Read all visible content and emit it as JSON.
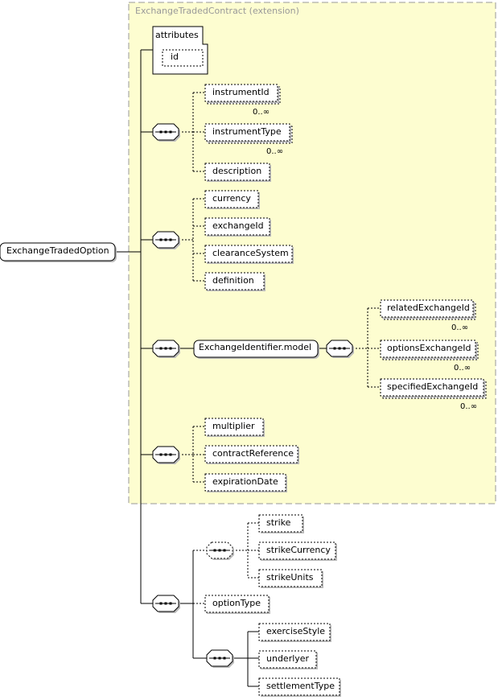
{
  "extension_title": "ExchangeTradedContract (extension)",
  "root": "ExchangeTradedOption",
  "attributes_label": "attributes",
  "attributes": [
    "id"
  ],
  "group1": {
    "items": [
      "instrumentId",
      "instrumentType",
      "description"
    ],
    "card_instrumentId": "0..∞",
    "card_instrumentType": "0..∞"
  },
  "group2": {
    "items": [
      "currency",
      "exchangeId",
      "clearanceSystem",
      "definition"
    ]
  },
  "group3": {
    "model": "ExchangeIdentifier.model",
    "items": [
      "relatedExchangeId",
      "optionsExchangeId",
      "specifiedExchangeId"
    ],
    "cards": [
      "0..∞",
      "0..∞",
      "0..∞"
    ]
  },
  "group4": {
    "items": [
      "multiplier",
      "contractReference",
      "expirationDate"
    ]
  },
  "group5": {
    "strike_items": [
      "strike",
      "strikeCurrency",
      "strikeUnits"
    ],
    "option_type": "optionType",
    "exercise_items": [
      "exerciseStyle",
      "underlyer",
      "settlementType"
    ]
  },
  "colors": {
    "extension_fill": "#fdfdd0",
    "extension_border": "#999999",
    "line": "#000000"
  },
  "icons": [
    "sequence-compositor-icon"
  ]
}
